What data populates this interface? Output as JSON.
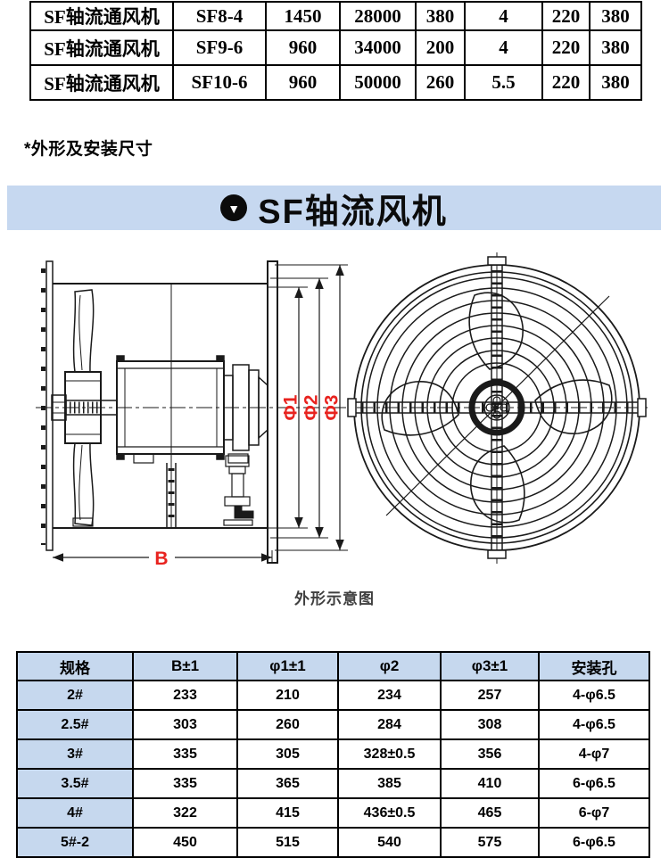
{
  "page": {
    "background": "#ffffff"
  },
  "top_table": {
    "rows": [
      [
        "SF轴流通风机",
        "SF8-4",
        "1450",
        "28000",
        "380",
        "4",
        "220",
        "380"
      ],
      [
        "SF轴流通风机",
        "SF9-6",
        "960",
        "34000",
        "200",
        "4",
        "220",
        "380"
      ],
      [
        "SF轴流通风机",
        "SF10-6",
        "960",
        "50000",
        "260",
        "5.5",
        "220",
        "380"
      ]
    ]
  },
  "section_heading": "*外形及安装尺寸",
  "banner": {
    "icon_glyph": "▼",
    "title": "SF轴流风机",
    "bg_color": "#c6d8f0"
  },
  "drawing": {
    "caption": "外形示意图",
    "dim_labels": {
      "phi1": "Φ1",
      "phi2": "Φ2",
      "phi3": "Φ3",
      "b": "B"
    },
    "label_color": "#e8231f"
  },
  "spec_table": {
    "header_bg": "#c6d8ee",
    "headers": [
      "规格",
      "B±1",
      "φ1±1",
      "φ2",
      "φ3±1",
      "安装孔"
    ],
    "rows": [
      [
        "2#",
        "233",
        "210",
        "234",
        "257",
        "4-φ6.5"
      ],
      [
        "2.5#",
        "303",
        "260",
        "284",
        "308",
        "4-φ6.5"
      ],
      [
        "3#",
        "335",
        "305",
        "328±0.5",
        "356",
        "4-φ7"
      ],
      [
        "3.5#",
        "335",
        "365",
        "385",
        "410",
        "6-φ6.5"
      ],
      [
        "4#",
        "322",
        "415",
        "436±0.5",
        "465",
        "6-φ7"
      ],
      [
        "5#-2",
        "450",
        "515",
        "540",
        "575",
        "6-φ6.5"
      ]
    ]
  }
}
